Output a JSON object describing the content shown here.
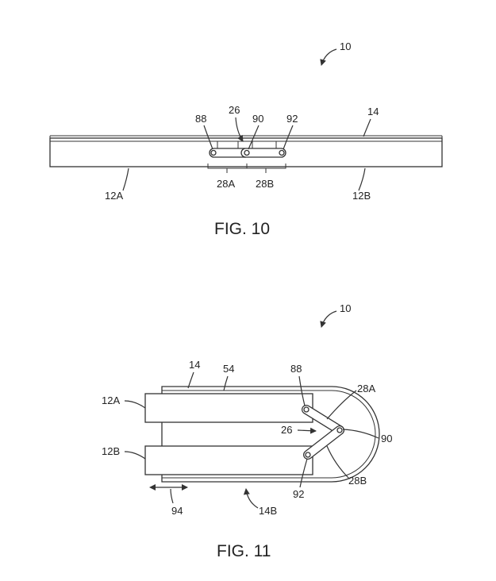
{
  "figure10": {
    "caption": "FIG. 10",
    "labels": {
      "device": "10",
      "display": "14",
      "hinge": "26",
      "pin_88": "88",
      "pin_90": "90",
      "pin_92": "92",
      "housing_a": "12A",
      "housing_b": "12B",
      "link_a": "28A",
      "link_b": "28B"
    }
  },
  "figure11": {
    "caption": "FIG. 11",
    "labels": {
      "device": "10",
      "display": "14",
      "layer": "54",
      "pin_88": "88",
      "pin_90": "90",
      "pin_92": "92",
      "hinge": "26",
      "housing_a": "12A",
      "housing_b": "12B",
      "link_a": "28A",
      "link_b": "28B",
      "motion": "94",
      "display_bend": "14B"
    }
  }
}
